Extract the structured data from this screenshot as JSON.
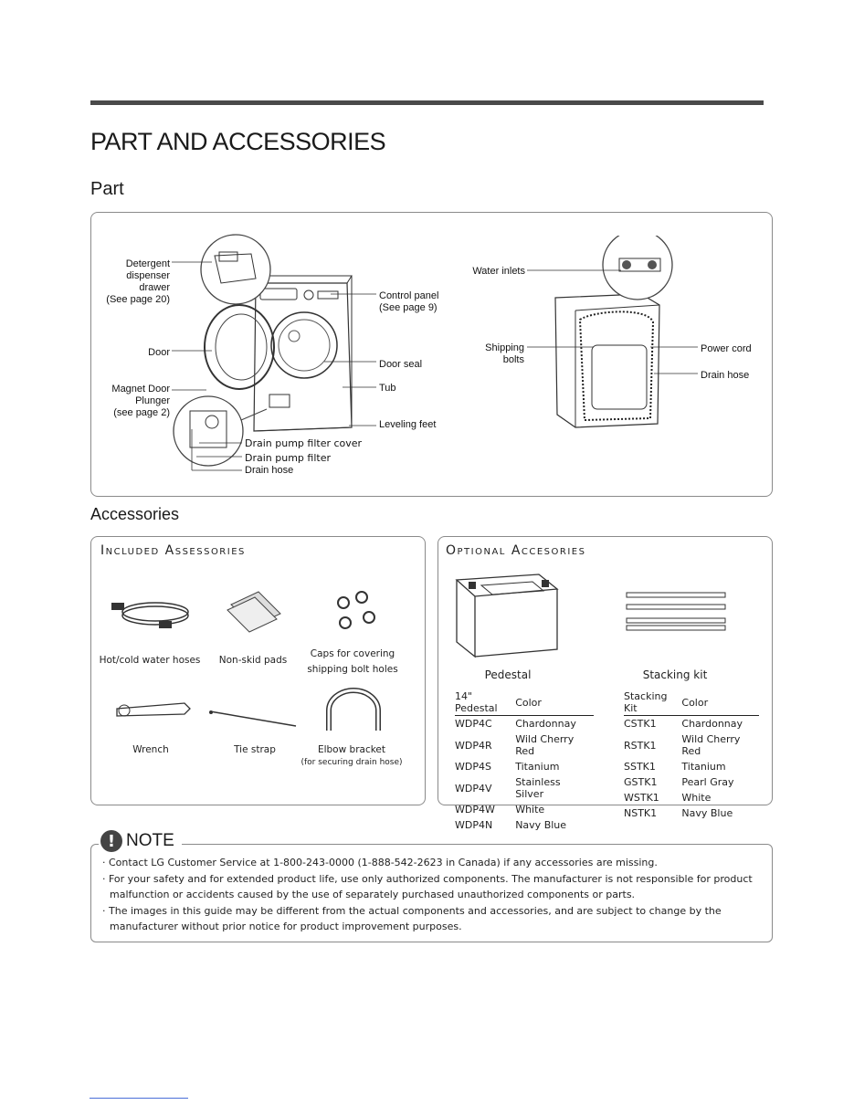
{
  "page_title": "PART AND ACCESSORIES",
  "part_section": {
    "title": "Part",
    "labels": {
      "detergent": "Detergent\ndispenser\ndrawer\n(See page 20)",
      "door": "Door",
      "magnet": "Magnet Door\nPlunger\n(see page 2)",
      "control": "Control panel\n(See page 9)",
      "door_seal": "Door seal",
      "tub": "Tub",
      "leveling": "Leveling feet",
      "filter_cover": "Drain pump filter cover",
      "filter": "Drain pump filter",
      "drain_hose_front": "Drain hose",
      "water_inlets": "Water inlets",
      "shipping_bolts": "Shipping\nbolts",
      "power_cord": "Power cord",
      "drain_hose_back": "Drain hose"
    }
  },
  "accessories_section": {
    "title": "Accessories",
    "included": {
      "heading": "Included Assessories",
      "items": [
        {
          "name": "Hot/cold water hoses",
          "icon": "water-hoses-icon"
        },
        {
          "name": "Non-skid pads",
          "icon": "non-skid-pads-icon"
        },
        {
          "name": "Caps for covering\nshipping bolt holes",
          "icon": "caps-icon"
        },
        {
          "name": "Wrench",
          "icon": "wrench-icon"
        },
        {
          "name": "Tie strap",
          "icon": "tie-strap-icon"
        },
        {
          "name": "Elbow bracket",
          "sub": "(for securing drain hose)",
          "icon": "elbow-bracket-icon"
        }
      ]
    },
    "optional": {
      "heading": "Optional Accesories",
      "pedestal": {
        "label": "Pedestal",
        "headers": [
          "14\" Pedestal",
          "Color"
        ],
        "rows": [
          [
            "WDP4C",
            "Chardonnay"
          ],
          [
            "WDP4R",
            "Wild Cherry Red"
          ],
          [
            "WDP4S",
            "Titanium"
          ],
          [
            "WDP4V",
            "Stainless Silver"
          ],
          [
            "WDP4W",
            "White"
          ],
          [
            "WDP4N",
            "Navy Blue"
          ]
        ]
      },
      "stacking": {
        "label": "Stacking kit",
        "headers": [
          "Stacking Kit",
          "Color"
        ],
        "rows": [
          [
            "CSTK1",
            "Chardonnay"
          ],
          [
            "RSTK1",
            "Wild Cherry Red"
          ],
          [
            "SSTK1",
            "Titanium"
          ],
          [
            "GSTK1",
            "Pearl Gray"
          ],
          [
            "WSTK1",
            "White"
          ],
          [
            "NSTK1",
            "Navy Blue"
          ]
        ]
      }
    }
  },
  "note": {
    "title": "NOTE",
    "items": [
      "Contact LG Customer Service at  1-800-243-0000 (1-888-542-2623 in Canada) if any accessories are missing.",
      "For your safety and for extended product life, use only authorized components. The manufacturer is not responsible for product malfunction or accidents caused by the use of separately purchased unauthorized components or parts.",
      "The images in this guide may be different from the actual components and accessories, and are subject to change by the manufacturer without prior notice for product improvement purposes."
    ]
  }
}
